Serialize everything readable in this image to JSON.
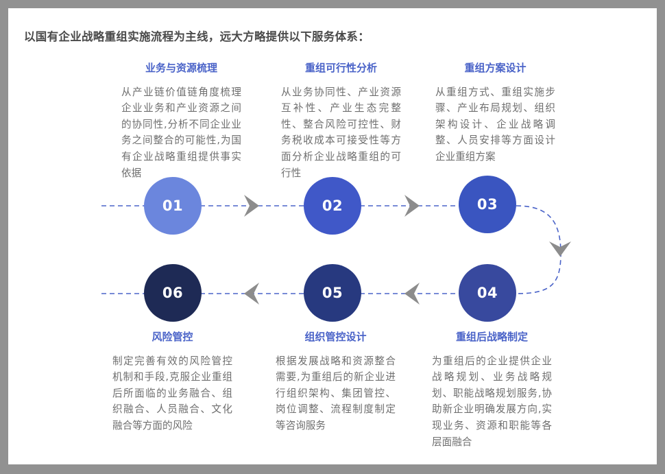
{
  "page": {
    "title": "以国有企业战略重组实施流程为主线，远大方略提供以下服务体系："
  },
  "colors": {
    "frame": "#919191",
    "page_bg": "#ffffff",
    "title_text": "#4a4a4a",
    "heading_text": "#4a63c8",
    "body_text": "#6e6e6e",
    "dash_line": "#4a63c8",
    "chevron": "#8c8c8c",
    "node_01": "#6b86dd",
    "node_02": "#4058c8",
    "node_03": "#3a55c0",
    "node_04": "#38499e",
    "node_05": "#27397f",
    "node_06": "#1e2a55"
  },
  "steps": [
    {
      "number": "01",
      "heading": "业务与资源梳理",
      "body": "从产业链价值链角度梳理企业业务和产业资源之间的协同性,分析不同企业业务之间整合的可能性,为国有企业战略重组提供事实依据",
      "color": "#6b86dd",
      "position": "top"
    },
    {
      "number": "02",
      "heading": "重组可行性分析",
      "body": "从业务协同性、产业资源互补性、产业生态完整性、整合风险可控性、财务税收成本可接受性等方面分析企业战略重组的可行性",
      "color": "#4058c8",
      "position": "top"
    },
    {
      "number": "03",
      "heading": "重组方案设计",
      "body": "从重组方式、重组实施步骤、产业布局规划、组织架构设计、企业战略调整、人员安排等方面设计企业重组方案",
      "color": "#3a55c0",
      "position": "top"
    },
    {
      "number": "04",
      "heading": "重组后战略制定",
      "body": "为重组后的企业提供企业战略规划、业务战略规划、职能战略规划服务,协助新企业明确发展方向,实现业务、资源和职能等各层面融合",
      "color": "#38499e",
      "position": "bottom"
    },
    {
      "number": "05",
      "heading": "组织管控设计",
      "body": "根据发展战略和资源整合需要,为重组后的新企业进行组织架构、集团管控、岗位调整、流程制度制定等咨询服务",
      "color": "#27397f",
      "position": "bottom"
    },
    {
      "number": "06",
      "heading": "风险管控",
      "body": "制定完善有效的风险管控机制和手段,克服企业重组后所面临的业务融合、组织融合、人员融合、文化融合等方面的风险",
      "color": "#1e2a55",
      "position": "bottom"
    }
  ],
  "connectors": [
    {
      "name": "arrow-01-to-02",
      "icon": "chevron-right-icon"
    },
    {
      "name": "arrow-02-to-03",
      "icon": "chevron-right-icon"
    },
    {
      "name": "arrow-03-to-04",
      "icon": "chevron-down-icon"
    },
    {
      "name": "arrow-04-to-05",
      "icon": "chevron-left-icon"
    },
    {
      "name": "arrow-05-to-06",
      "icon": "chevron-left-icon"
    }
  ]
}
